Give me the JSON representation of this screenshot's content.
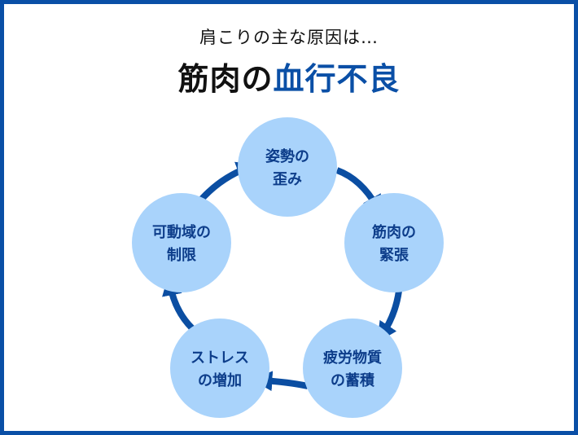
{
  "subtitle": "肩こりの主な原因は…",
  "title": {
    "part1": "筋肉の",
    "part2": "血行不良"
  },
  "colors": {
    "frame": "#0a4fa6",
    "circle_fill": "#a9d3fb",
    "arrow": "#0b4ea2",
    "node_text": "#0d3d8a",
    "title_accent": "#0a4fa6"
  },
  "cycle": {
    "direction": "clockwise",
    "nodes": [
      {
        "line1": "姿勢の",
        "line2": "歪み"
      },
      {
        "line1": "筋肉の",
        "line2": "緊張"
      },
      {
        "line1": "疲労物質",
        "line2": "の蓄積"
      },
      {
        "line1": "ストレス",
        "line2": "の増加"
      },
      {
        "line1": "可動域の",
        "line2": "制限"
      }
    ]
  }
}
